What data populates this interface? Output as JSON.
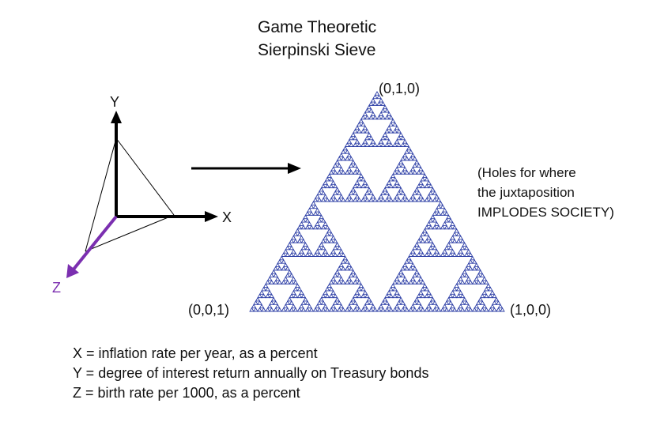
{
  "title": {
    "line1": "Game Theoretic",
    "line2": "Sierpinski Sieve"
  },
  "axes": {
    "x_label": "X",
    "y_label": "Y",
    "z_label": "Z",
    "colors": {
      "axis": "#000000",
      "z_axis": "#7b2fb0"
    }
  },
  "sieve": {
    "color": "#2d3fa6",
    "depth": 6,
    "vertex_top": "(0,1,0)",
    "vertex_left": "(0,0,1)",
    "vertex_right": "(1,0,0)"
  },
  "note": {
    "line1": "(Holes for where",
    "line2": "the juxtaposition",
    "line3": "IMPLODES SOCIETY)"
  },
  "definitions": [
    "X = inflation rate per year, as a percent",
    "Y = degree of interest return annually on Treasury bonds",
    "Z = birth rate per 1000, as a percent"
  ]
}
